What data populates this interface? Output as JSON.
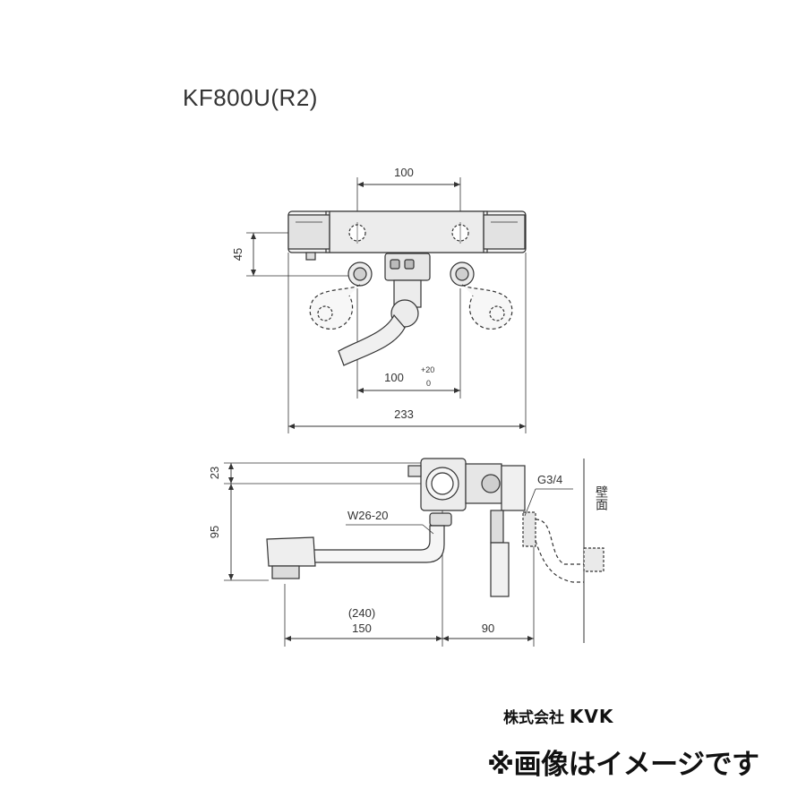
{
  "model": "KF800U(R2)",
  "front_view": {
    "dim_top": "100",
    "dim_left": "45",
    "dim_lower": "100",
    "tol_plus": "+20",
    "tol_minus": "0",
    "dim_total": "233"
  },
  "side_view": {
    "dim_23": "23",
    "dim_95": "95",
    "spout_label": "W26-20",
    "thread_label": "G3/4",
    "wall_label": "壁面",
    "dim_240": "(240)",
    "dim_150": "150",
    "dim_90": "90"
  },
  "company": {
    "prefix": "株式会社",
    "brand": "KVK"
  },
  "disclaimer": "※画像はイメージです",
  "colors": {
    "line": "#333333",
    "fill_light": "#ececec",
    "fill_mid": "#cfcfcf"
  }
}
